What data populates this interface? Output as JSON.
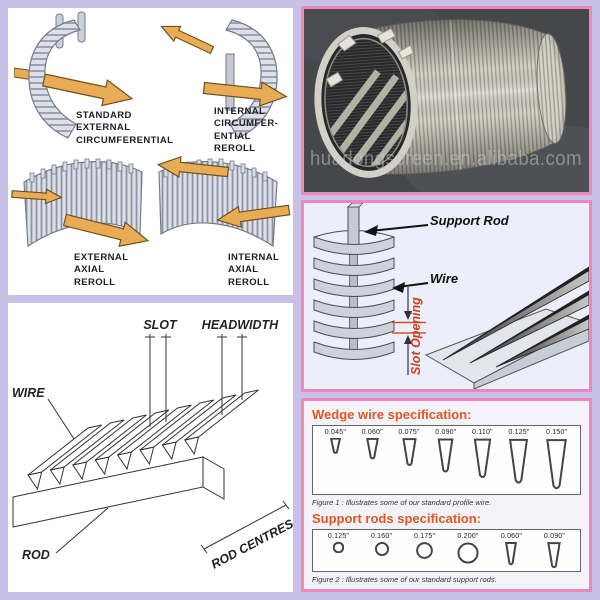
{
  "colors": {
    "frame_lavender": "#c7c1e8",
    "frame_pink": "#ef87bd",
    "arrow_orange": "#e9ac55",
    "heading_orange": "#e0571f",
    "slot_opening_red": "#c8401f",
    "photo_background": "#45474b"
  },
  "reroll_diagram": {
    "labels": {
      "standard_external_circumferential": "STANDARD\nEXTERNAL\nCIRCUMFERENTIAL",
      "internal_circumferential_reroll": "INTERNAL\nCIRCUMFER-\nENTIAL\nREROLL",
      "external_axial_reroll": "EXTERNAL\nAXIAL\nREROLL",
      "internal_axial_reroll": "INTERNAL\nAXIAL\nREROLL"
    }
  },
  "photo": {
    "watermark": "huadongscreen.en.alibaba.com"
  },
  "structure_diagram": {
    "support_rod_label": "Support Rod",
    "wire_label": "Wire",
    "slot_opening_label": "Slot Opening"
  },
  "profile_diagram": {
    "slot_label": "SLOT",
    "headwidth_label": "HEADWIDTH",
    "wire_label": "WIRE",
    "rod_label": "ROD",
    "rod_centres_label": "ROD CENTRES"
  },
  "specifications": {
    "wedge_wire": {
      "heading": "Wedge wire specification:",
      "sizes": [
        "0.045\"",
        "0.060\"",
        "0.075\"",
        "0.090\"",
        "0.110\"",
        "0.125\"",
        "0.150\""
      ],
      "caption": "Figure 1 : Illustrates some of our standard profile wire."
    },
    "support_rods": {
      "heading": "Support rods specification:",
      "sizes": [
        "0.125\"",
        "0.160\"",
        "0.175\"",
        "0.200\"",
        "0.060\"",
        "0.090\""
      ],
      "caption": "Figure 2 : Illustrates some of our standard support rods."
    }
  }
}
